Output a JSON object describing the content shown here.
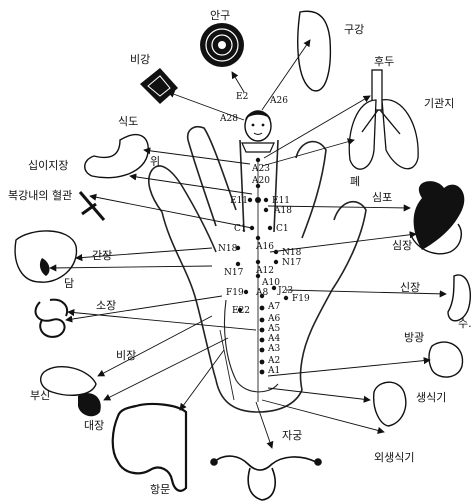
{
  "organs": {
    "angu": "안구",
    "gugang": "구강",
    "bigang": "비강",
    "hudu": "후두",
    "gigwanji": "기관지",
    "sikdo": "식도",
    "sipijijang": "십이지장",
    "wi": "위",
    "pye": "폐",
    "simpo": "심포",
    "bokgang": "복강내의 혈관",
    "ganjang": "간장",
    "dam": "담",
    "simjang": "심장",
    "sojang": "소장",
    "sinjang": "신장",
    "su": "수.",
    "bijang": "비장",
    "banggwang": "방광",
    "busin": "부신",
    "saengsikgi": "생식기",
    "daejang": "대장",
    "oesaengsikgi": "외생식기",
    "jagung": "자궁",
    "hangmun": "항문"
  },
  "points": {
    "E2": "E2",
    "A26": "A26",
    "A28": "A28",
    "A23": "A23",
    "A20": "A20",
    "E11a": "E11",
    "E11b": "E11",
    "A18": "A18",
    "C1a": "C1",
    "C1b": "C1",
    "A16": "A16",
    "N18a": "N18",
    "N18b": "N18",
    "N17a": "N17",
    "N17b": "N17",
    "A12": "A12",
    "A10": "A10",
    "J23": "J23",
    "F19a": "F19",
    "F19b": "F19",
    "A8": "A8",
    "E22": "E22",
    "A7": "A7",
    "A6": "A6",
    "A5": "A5",
    "A4": "A4",
    "A3": "A3",
    "A2": "A2",
    "A1": "A1"
  }
}
